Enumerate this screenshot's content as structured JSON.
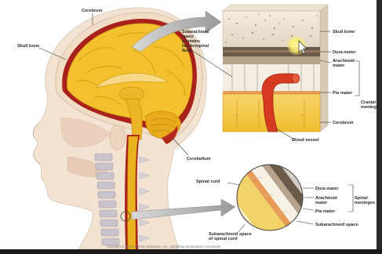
{
  "labels": {
    "cerebrum_top": "Cerebrum",
    "skull_bone_left": "Skull bone",
    "subarachnoid_space": [
      "Subarachnoid",
      "space",
      "(contains",
      "cerebrospinal",
      "fluid)"
    ],
    "cerebellum": "Cerebellum",
    "skull_bone_right": "Skull bone",
    "dura_mater_top": "Dura mater",
    "arachnoid_mater_top": [
      "Arachnoid",
      "mater"
    ],
    "pia_mater_top": "Pia mater",
    "cranial_meninges": [
      "Cranial",
      "meninges"
    ],
    "cerebrum_right": "Cerebrum",
    "blood_vessel": "Blood vessel",
    "spinal_cord": "Spinal cord",
    "dura_mater_bottom": "Dura mater",
    "arachnoid_mater_bottom": [
      "Arachnoid",
      "mater"
    ],
    "pia_mater_bottom": "Pia mater",
    "spinal_meninges": [
      "Spinal",
      "meninges"
    ],
    "subarachnoid_space_bottom": "Subarachnoid space",
    "subarachnoid_space_cord": [
      "Subarachnoid space",
      "of spinal cord"
    ]
  },
  "copyright": "Copyright © 2012 Pearson Education, Inc., publishing as Benjamin Cummings",
  "colors": {
    "skin": "#f3e3d3",
    "skull": "#f1dcc6",
    "dura_red": "#a8221b",
    "brain_yellow": "#f3c12d",
    "brain_fold": "#e2a716",
    "cord_yellow": "#e9b21f",
    "vessel_red": "#d63b22",
    "cursor_glow": "#fff26a",
    "vertebra": "#c9c3cc"
  }
}
